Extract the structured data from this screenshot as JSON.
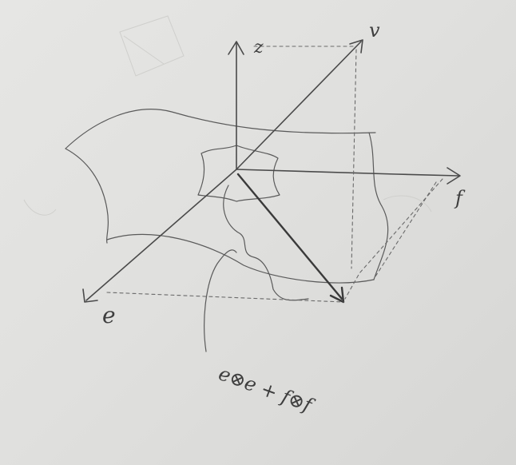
{
  "diagram": {
    "axis_labels": {
      "z": "z",
      "v": "v",
      "f": "f",
      "e": "e"
    },
    "formula": "e⊗e + f⊗f",
    "ink_color": "#4a4a4a",
    "paper_color": "#e2e2e0"
  }
}
